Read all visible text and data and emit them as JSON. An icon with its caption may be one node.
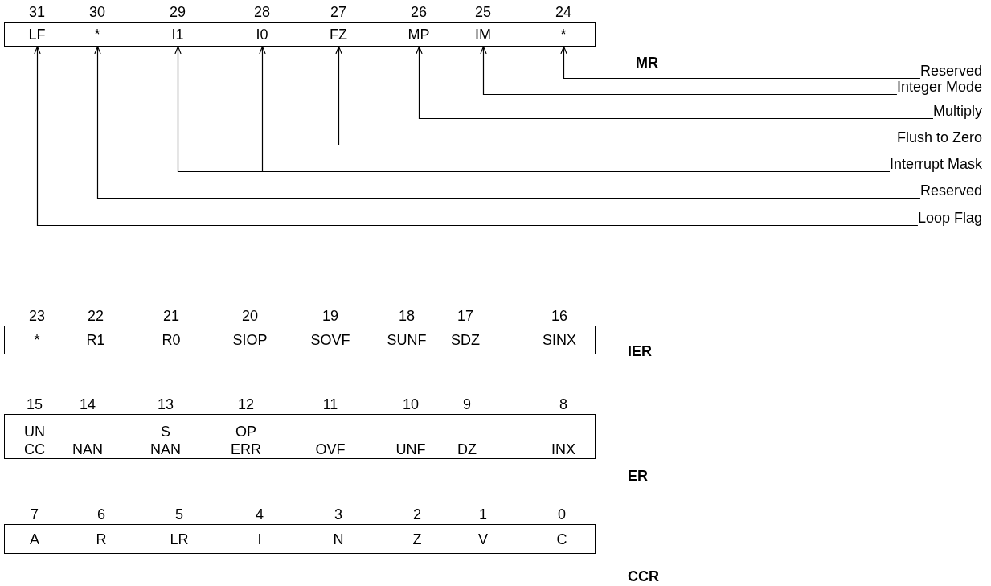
{
  "diagram": {
    "nodes": [
      {
        "text": [
          "MR"
        ]
      },
      {
        "text": [
          "LF"
        ],
        "beside": [
          "31"
        ],
        "in": 0
      },
      {
        "text": [
          "*"
        ],
        "beside": [
          "30"
        ],
        "in": 0
      },
      {
        "text": [
          "I1"
        ],
        "beside": [
          "29"
        ],
        "in": 0
      },
      {
        "text": [
          "I0"
        ],
        "beside": [
          "28"
        ],
        "in": 0
      },
      {
        "text": [
          "FZ"
        ],
        "beside": [
          "27"
        ],
        "in": 0
      },
      {
        "text": [
          "MP"
        ],
        "beside": [
          "26"
        ],
        "in": 0
      },
      {
        "text": [
          "IM"
        ],
        "beside": [
          "25"
        ],
        "in": 0
      },
      {
        "text": [
          "*"
        ],
        "beside": [
          "24"
        ],
        "in": 0
      },
      {
        "text": [
          "Reserved"
        ]
      },
      {
        "text": [
          "Integer Mode"
        ]
      },
      {
        "text": [
          "Multiply"
        ]
      },
      {
        "text": [
          "Flush to Zero"
        ]
      },
      {
        "text": [
          "Interrupt Mask"
        ]
      },
      {
        "text": [
          "Reserved"
        ]
      },
      {
        "text": [
          "Loop Flag"
        ]
      },
      {
        "text": [
          "IER"
        ]
      },
      {
        "text": [
          "*"
        ],
        "beside": [
          "23"
        ],
        "in": 16
      },
      {
        "text": [
          "R1"
        ],
        "beside": [
          "22"
        ],
        "in": 16
      },
      {
        "text": [
          "R0"
        ],
        "beside": [
          "21"
        ],
        "in": 16
      },
      {
        "text": [
          "SIOP"
        ],
        "beside": [
          "20"
        ],
        "in": 16
      },
      {
        "text": [
          "SOVF"
        ],
        "beside": [
          "19"
        ],
        "in": 16
      },
      {
        "text": [
          "SUNF"
        ],
        "beside": [
          "18"
        ],
        "in": 16
      },
      {
        "text": [
          "SDZ"
        ],
        "beside": [
          "17"
        ],
        "in": 16
      },
      {
        "text": [
          "SINX"
        ],
        "beside": [
          "16"
        ],
        "in": 16
      },
      {
        "text": [
          "ER"
        ]
      },
      {
        "text": [
          "UN CC"
        ],
        "beside": [
          "15"
        ],
        "in": 25
      },
      {
        "text": [
          "NAN"
        ],
        "beside": [
          "14"
        ],
        "in": 25
      },
      {
        "text": [
          "S NAN"
        ],
        "beside": [
          "13"
        ],
        "in": 25
      },
      {
        "text": [
          "OP ERR"
        ],
        "beside": [
          "12"
        ],
        "in": 25
      },
      {
        "text": [
          "OVF"
        ],
        "beside": [
          "11"
        ],
        "in": 25
      },
      {
        "text": [
          "UNF"
        ],
        "beside": [
          "10"
        ],
        "in": 25
      },
      {
        "text": [
          "DZ"
        ],
        "beside": [
          "9"
        ],
        "in": 25
      },
      {
        "text": [
          "INX"
        ],
        "beside": [
          "8"
        ],
        "in": 25
      },
      {
        "text": [
          "CCR"
        ]
      },
      {
        "text": [
          "A"
        ],
        "beside": [
          "7"
        ],
        "in": 34
      },
      {
        "text": [
          "R"
        ],
        "beside": [
          "6"
        ],
        "in": 34
      },
      {
        "text": [
          "LR"
        ],
        "beside": [
          "5"
        ],
        "in": 34
      },
      {
        "text": [
          "I"
        ],
        "beside": [
          "4"
        ],
        "in": 34
      },
      {
        "text": [
          "N"
        ],
        "beside": [
          "3"
        ],
        "in": 34
      },
      {
        "text": [
          "Z"
        ],
        "beside": [
          "2"
        ],
        "in": 34
      },
      {
        "text": [
          "V"
        ],
        "beside": [
          "1"
        ],
        "in": 34
      },
      {
        "text": [
          "C"
        ],
        "beside": [
          "0"
        ],
        "in": 34
      }
    ],
    "edges": [
      {
        "from": 9,
        "to": 8,
        "arrow": "to"
      },
      {
        "from": 10,
        "to": 7,
        "arrow": "to"
      },
      {
        "from": 11,
        "to": 6,
        "arrow": "to"
      },
      {
        "from": 12,
        "to": 5,
        "arrow": "to"
      },
      {
        "from": 13,
        "to": 3,
        "arrow": "to"
      },
      {
        "from": 13,
        "to": 4,
        "arrow": "to"
      },
      {
        "from": 14,
        "to": 2,
        "arrow": "to"
      },
      {
        "from": 15,
        "to": 1,
        "arrow": "to"
      }
    ]
  }
}
